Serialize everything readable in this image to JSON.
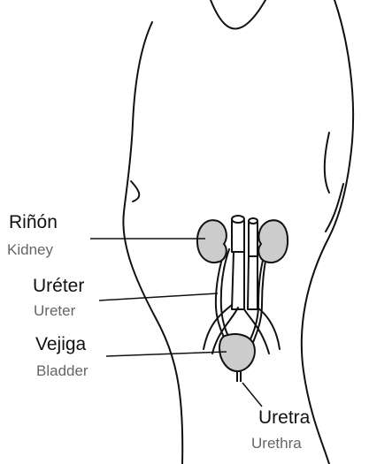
{
  "labels": {
    "kidney": {
      "es": "Riñón",
      "en": "Kidney"
    },
    "ureter": {
      "es": "Uréter",
      "en": "Ureter"
    },
    "bladder": {
      "es": "Vejiga",
      "en": "Bladder"
    },
    "urethra": {
      "es": "Uretra",
      "en": "Urethra"
    }
  },
  "colors": {
    "outline": "#111111",
    "organ_fill": "#cccccc",
    "english_text": "#666666"
  }
}
